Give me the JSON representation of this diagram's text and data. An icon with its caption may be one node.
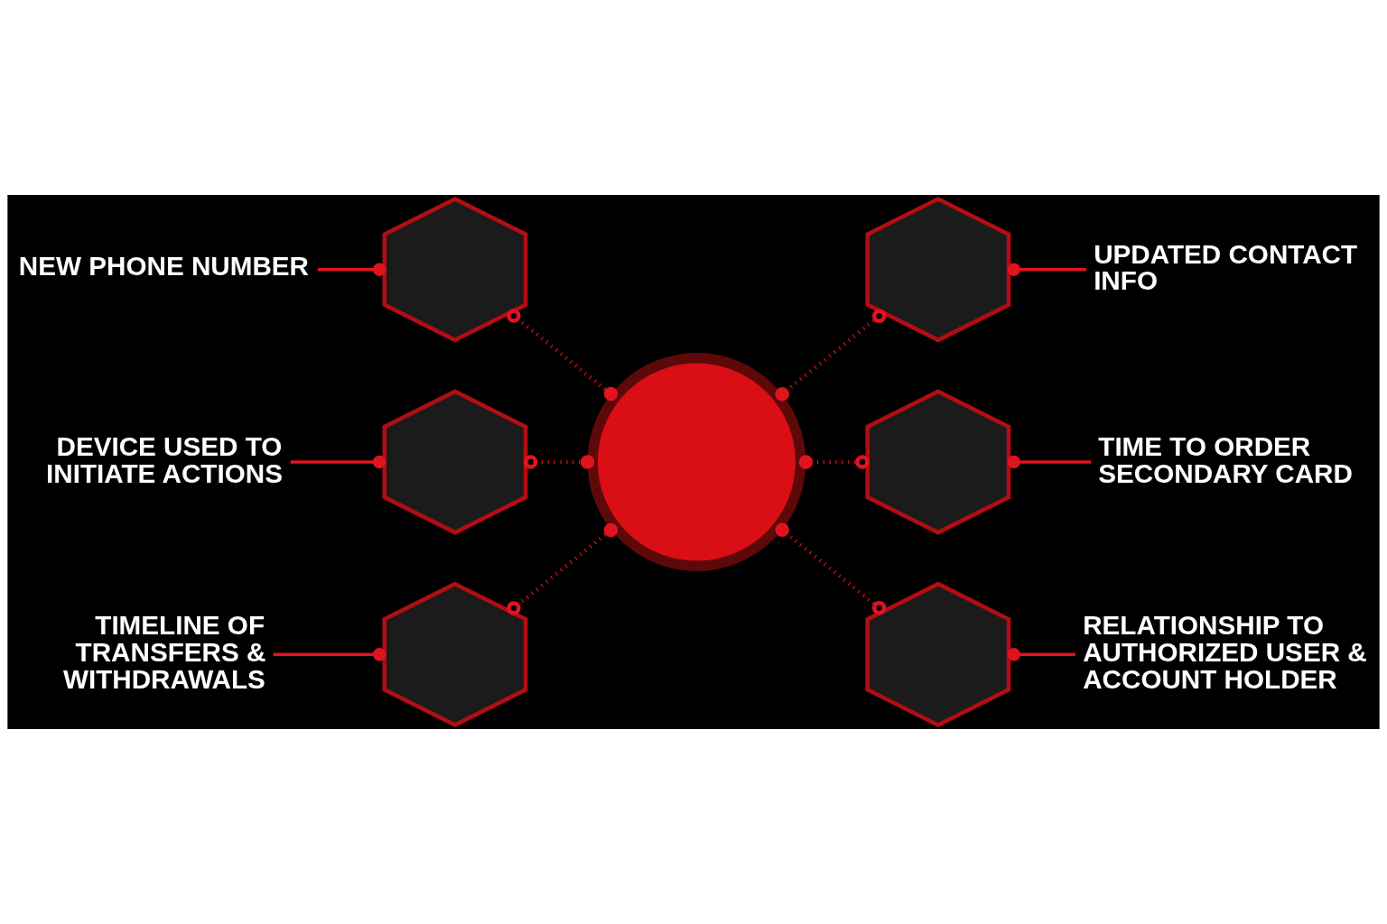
{
  "diagram": {
    "nodes": [
      {
        "text": [
          "NEW PHONE NUMBER"
        ]
      },
      {
        "text": [],
        "shape": "hexagon"
      },
      {
        "text": [],
        "shape": "hexagon"
      },
      {
        "text": [
          "UPDATED CONTACT INFO"
        ]
      },
      {
        "text": [
          "DEVICE USED TO INITIATE ACTIONS"
        ]
      },
      {
        "text": [],
        "shape": "hexagon"
      },
      {
        "text": [],
        "shape": "circle"
      },
      {
        "text": [],
        "shape": "hexagon"
      },
      {
        "text": [
          "TIME TO ORDER SECONDARY CARD"
        ]
      },
      {
        "text": [
          "TIMELINE OF TRANSFERS & WITHDRAWALS"
        ]
      },
      {
        "text": [],
        "shape": "hexagon"
      },
      {
        "text": [],
        "shape": "hexagon"
      },
      {
        "text": [
          "RELATIONSHIP TO AUTHORIZED USER & ACCOUNT HOLDER"
        ]
      }
    ],
    "edges": [
      {
        "from": 0,
        "to": 1,
        "arrow": "other"
      },
      {
        "from": 2,
        "to": 3,
        "arrow": "other"
      },
      {
        "from": 4,
        "to": 5,
        "arrow": "other"
      },
      {
        "from": 7,
        "to": 8,
        "arrow": "other"
      },
      {
        "from": 9,
        "to": 10,
        "arrow": "other"
      },
      {
        "from": 11,
        "to": 12,
        "arrow": "other"
      },
      {
        "from": 1,
        "to": 6,
        "arrow": "other",
        "style": "dashed"
      },
      {
        "from": 6,
        "to": 2,
        "arrow": "other",
        "style": "dashed"
      },
      {
        "from": 5,
        "to": 6,
        "arrow": "other",
        "style": "dashed"
      },
      {
        "from": 6,
        "to": 7,
        "arrow": "other",
        "style": "dashed"
      },
      {
        "from": 10,
        "to": 6,
        "arrow": "other",
        "style": "dashed"
      },
      {
        "from": 6,
        "to": 11,
        "arrow": "other",
        "style": "dashed"
      }
    ]
  }
}
